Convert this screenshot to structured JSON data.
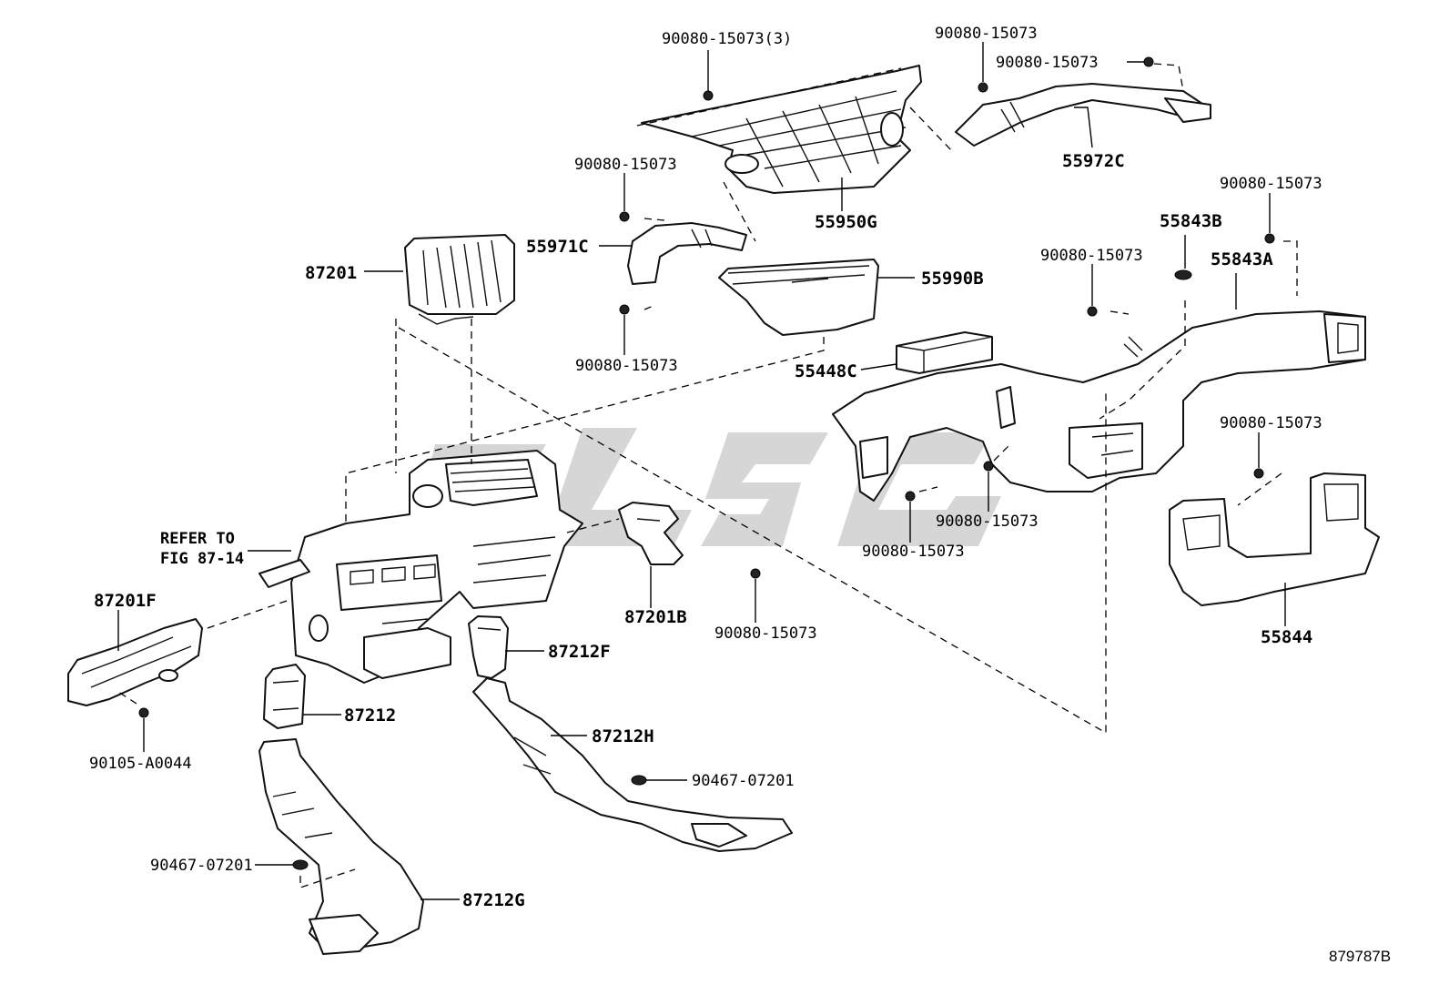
{
  "labels": {
    "l_90080_15073_3": "90080-15073(3)",
    "l_90080_15073_tr1": "90080-15073",
    "l_90080_15073_tr2": "90080-15073",
    "l_55972C": "55972C",
    "l_90080_15073_a": "90080-15073",
    "l_55950G": "55950G",
    "l_55971C": "55971C",
    "l_87201": "87201",
    "l_55990B": "55990B",
    "l_90080_15073_b": "90080-15073",
    "l_55448C": "55448C",
    "l_90080_15073_c": "90080-15073",
    "l_55843B": "55843B",
    "l_90080_15073_r": "90080-15073",
    "l_55843A": "55843A",
    "l_90080_15073_r2": "90080-15073",
    "l_55844": "55844",
    "l_90080_15073_m1": "90080-15073",
    "l_90080_15073_m2": "90080-15073",
    "l_90080_15073_m3": "90080-15073",
    "l_refer_to": "REFER TO",
    "l_fig": "FIG 87-14",
    "l_87201F": "87201F",
    "l_87201B": "87201B",
    "l_87212F": "87212F",
    "l_87212": "87212",
    "l_87212H": "87212H",
    "l_90105_A0044": "90105-A0044",
    "l_90467_07201_r": "90467-07201",
    "l_90467_07201_l": "90467-07201",
    "l_87212G": "87212G",
    "l_ref": "879787B"
  },
  "colors": {
    "line": "#111111",
    "watermark": "#c8c8c8",
    "background": "#ffffff"
  }
}
